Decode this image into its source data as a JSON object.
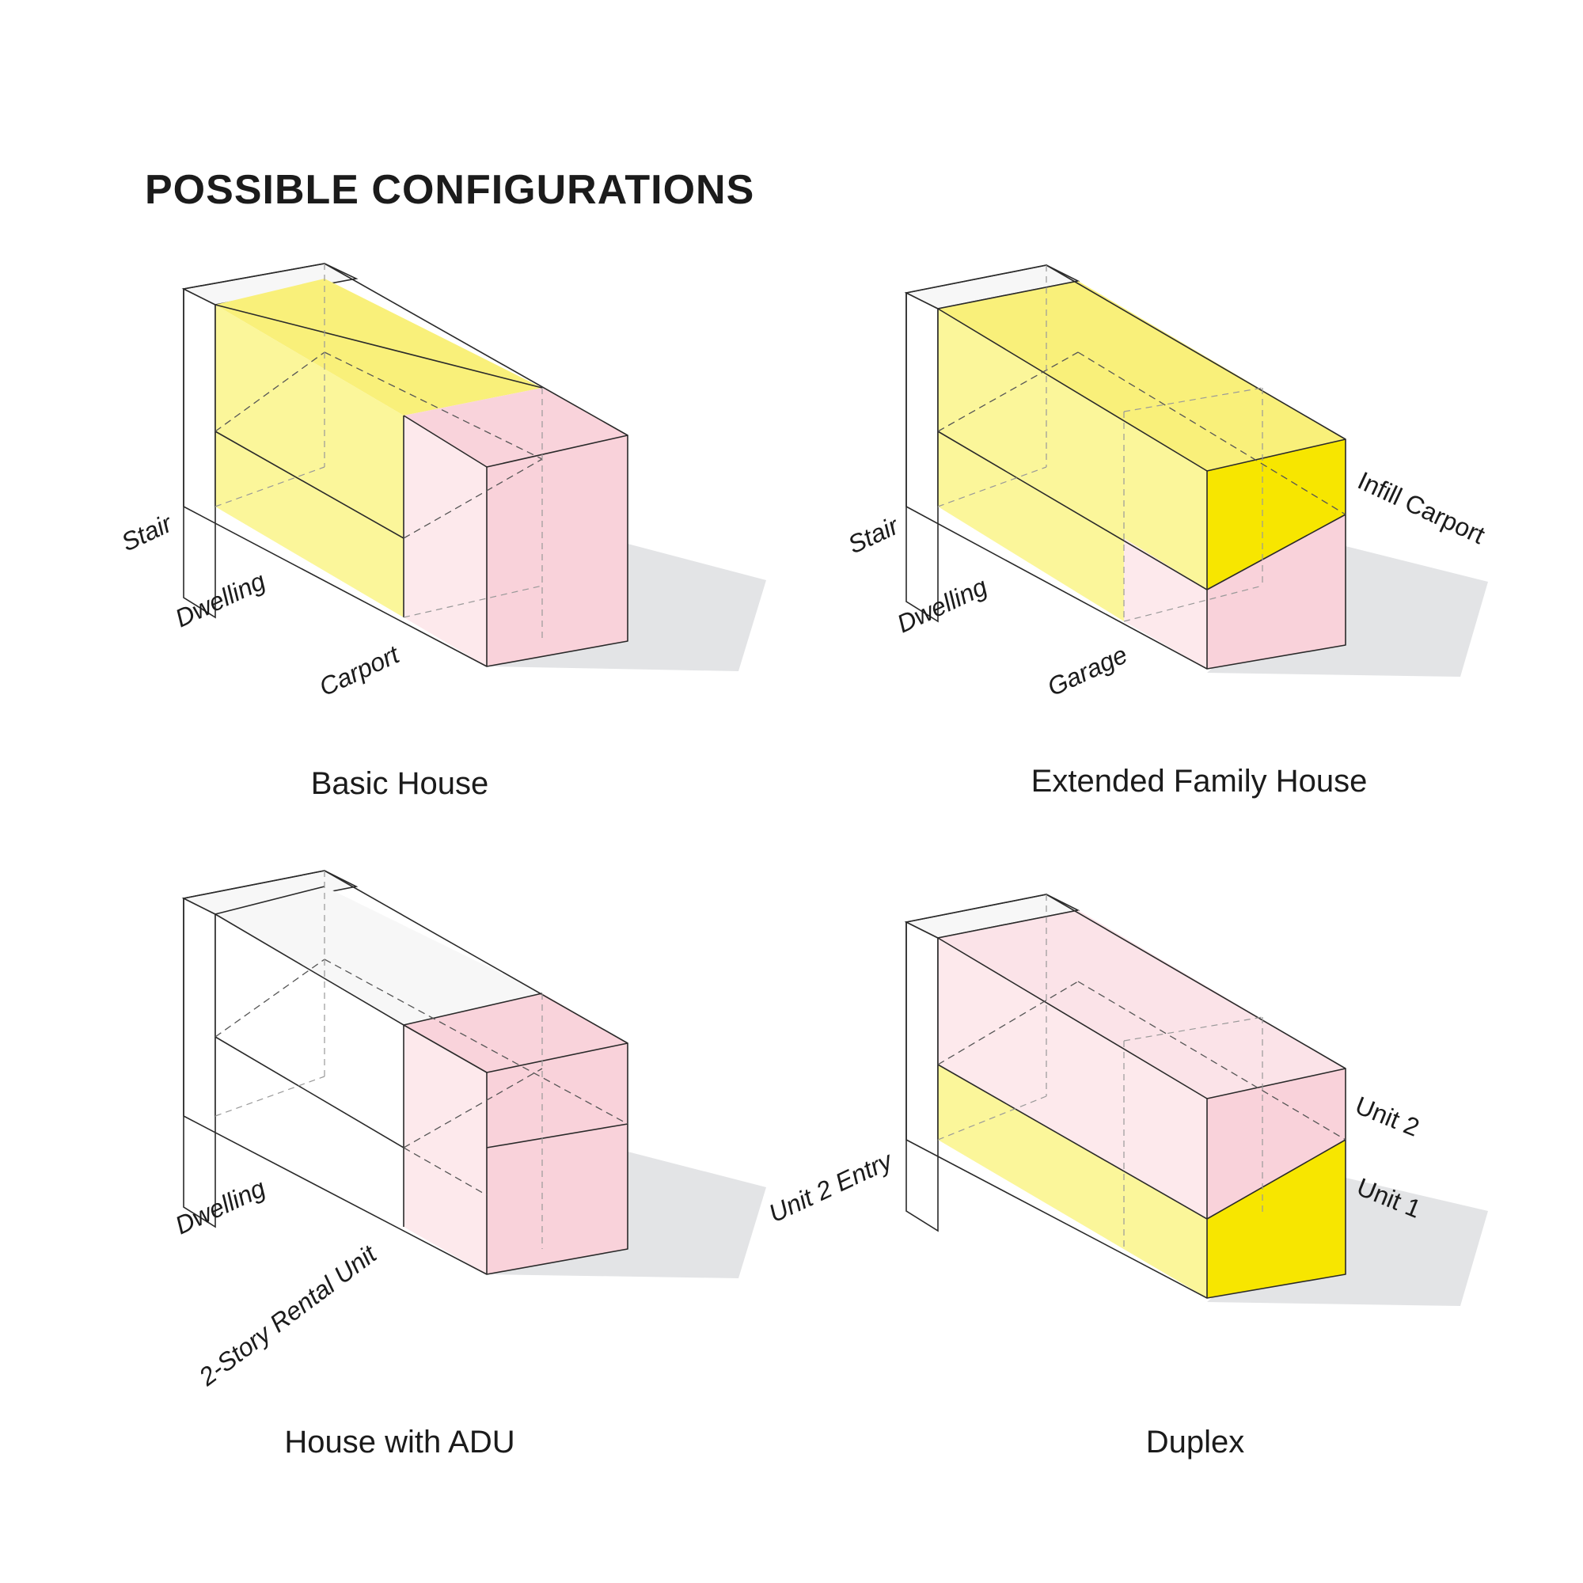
{
  "title": "POSSIBLE CONFIGURATIONS",
  "colors": {
    "yellow_light": "#fbf69a",
    "yellow_mid": "#f9f07a",
    "yellow_bright": "#f7e600",
    "pink_light": "#fde9ec",
    "pink_mid": "#f9d3db",
    "pink_front": "#f9d2da",
    "shadow": "#e3e4e6",
    "white_face": "#ffffff",
    "grey_top": "#f7f7f7",
    "line": "#2a2a2a"
  },
  "configurations": [
    {
      "caption": "Basic House",
      "labels": {
        "stair": "Stair",
        "dwelling": "Dwelling",
        "carport": "Carport"
      }
    },
    {
      "caption": "Extended Family House",
      "labels": {
        "stair": "Stair",
        "dwelling": "Dwelling",
        "garage": "Garage",
        "infill": "Infill Carport"
      }
    },
    {
      "caption": "House with ADU",
      "labels": {
        "dwelling": "Dwelling",
        "rental": "2-Story Rental Unit"
      }
    },
    {
      "caption": "Duplex",
      "labels": {
        "entry": "Unit 2 Entry",
        "unit2": "Unit 2",
        "unit1": "Unit 1"
      }
    }
  ]
}
